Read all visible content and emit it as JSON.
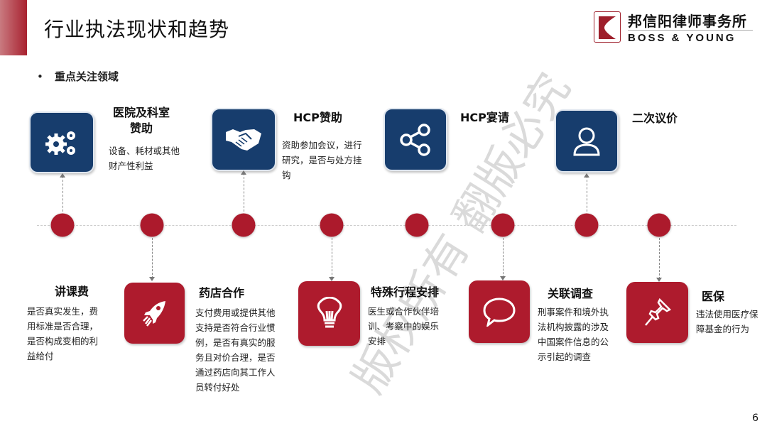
{
  "header": {
    "title": "行业执法现状和趋势",
    "logo_cn": "邦信阳律师事务所",
    "logo_en": "BOSS & YOUNG"
  },
  "section": {
    "bullet": "•",
    "label": "重点关注领域"
  },
  "top_items": [
    {
      "title": "医院及科室\n赞助",
      "desc": "设备、耗材或其他\n财产性利益",
      "icon": "gears-icon"
    },
    {
      "title": "HCP赞助",
      "desc": "资助参加会议，进行\n研究，是否与处方挂\n钩",
      "icon": "handshake-icon"
    },
    {
      "title": "HCP宴请",
      "desc": "",
      "icon": "share-icon"
    },
    {
      "title": "二次议价",
      "desc": "",
      "icon": "user-icon"
    }
  ],
  "bottom_items": [
    {
      "title": "讲课费",
      "desc": "是否真实发生，费\n用标准是否合理，\n是否构成变相的利\n益给付"
    },
    {
      "title": "药店合作",
      "desc": "支付费用或提供其他\n支持是否符合行业惯\n例，是否有真实的服\n务且对价合理，是否\n通过药店向其工作人\n员转付好处",
      "icon": "rocket-icon"
    },
    {
      "title": "特殊行程安排",
      "desc": "医生或合作伙伴培\n训、考察中的娱乐\n安排",
      "icon": "lightbulb-icon"
    },
    {
      "title": "关联调查",
      "desc": "刑事案件和境外执\n法机构披露的涉及\n中国案件信息的公\n示引起的调查",
      "icon": "speech-bubble-icon"
    },
    {
      "title": "医保",
      "desc": "违法使用医疗保\n障基金的行为",
      "icon": "pushpin-icon"
    }
  ],
  "watermark": "版权所有  翻版必究",
  "page_number": "6",
  "colors": {
    "red": "#ae1b2d",
    "blue": "#173d6d"
  }
}
